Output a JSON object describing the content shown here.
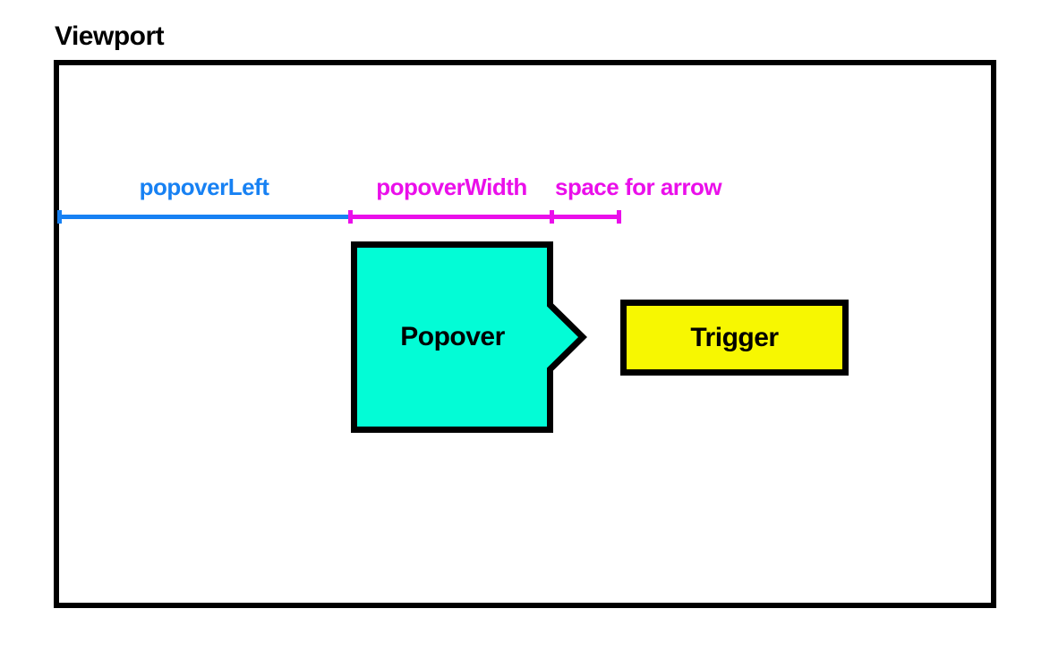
{
  "labels": {
    "viewport": "Viewport",
    "popover_left": "popoverLeft",
    "popover_width": "popoverWidth",
    "space_for_arrow": "space for arrow",
    "popover": "Popover",
    "trigger": "Trigger"
  },
  "colors": {
    "popover_left_line": "#1781f3",
    "popover_width_line": "#ea0fea",
    "space_for_arrow_line": "#ea0fea",
    "popover_fill": "#03fcd6",
    "trigger_fill": "#f7f701",
    "outline": "#000000",
    "background": "#ffffff"
  }
}
